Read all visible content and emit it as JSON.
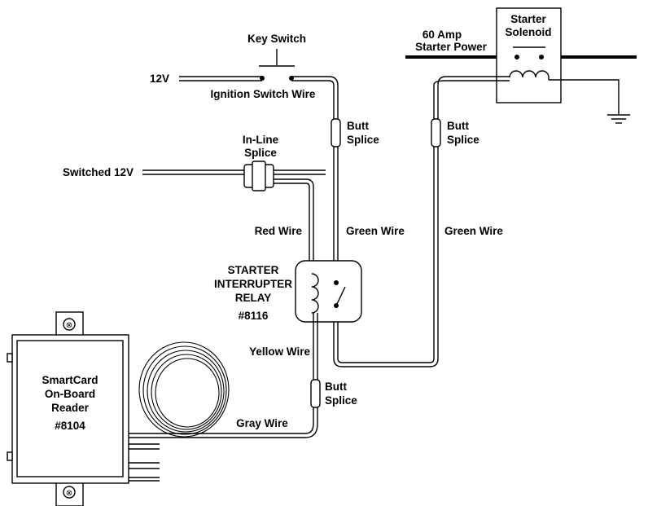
{
  "labels": {
    "key_switch": "Key Switch",
    "v12": "12V",
    "ignition_wire": "Ignition Switch Wire",
    "starter_power_1": "60 Amp",
    "starter_power_2": "Starter Power",
    "solenoid_1": "Starter",
    "solenoid_2": "Solenoid",
    "butt_1": "Butt",
    "splice_1": "Splice",
    "butt_2": "Butt",
    "splice_2": "Splice",
    "butt_3": "Butt",
    "splice_3": "Splice",
    "inline_1": "In-Line",
    "inline_2": "Splice",
    "switched12": "Switched 12V",
    "red_wire": "Red Wire",
    "green_wire_1": "Green Wire",
    "green_wire_2": "Green Wire",
    "relay_1": "STARTER",
    "relay_2": "INTERRUPTER",
    "relay_3": "RELAY",
    "relay_4": "#8116",
    "yellow_wire": "Yellow Wire",
    "gray_wire": "Gray Wire",
    "reader_1": "SmartCard",
    "reader_2": "On-Board",
    "reader_3": "Reader",
    "reader_4": "#8104"
  }
}
